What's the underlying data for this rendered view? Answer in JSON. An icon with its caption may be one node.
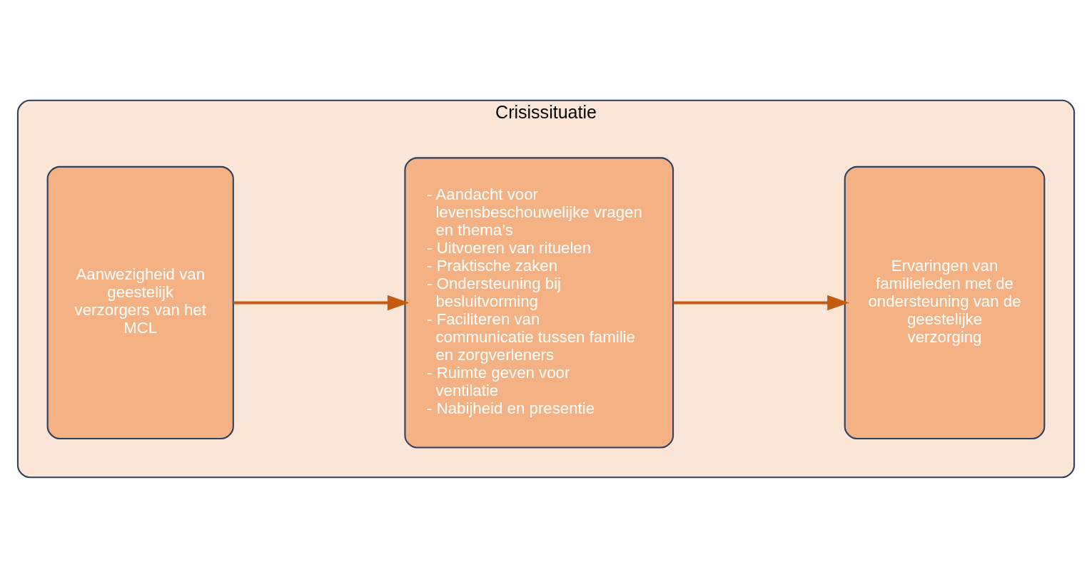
{
  "diagram": {
    "nodes": [
      {
        "text": [
          "Crisissituatie"
        ]
      },
      {
        "text": [
          "Aanwezigheid van geestelijk verzorgers van het MCL"
        ],
        "in": 0
      },
      {
        "text": [
          "- Aandacht voor levensbeschouwelijke vragen en thema’s",
          "- Uitvoeren van rituelen",
          "- Praktische zaken",
          "- Ondersteuning bij besluitvorming",
          "- Faciliteren van communicatie tussen familie en zorgverleners",
          "- Ruimte geven voor ventilatie",
          "- Nabijheid en presentie"
        ],
        "in": 0
      },
      {
        "text": [
          "Ervaringen van familieleden met de ondersteuning van de geestelijke verzorging"
        ],
        "in": 0
      }
    ],
    "edges": [
      {
        "from": 1,
        "to": 2,
        "arrow": "to"
      },
      {
        "from": 2,
        "to": 3,
        "arrow": "to"
      }
    ]
  }
}
